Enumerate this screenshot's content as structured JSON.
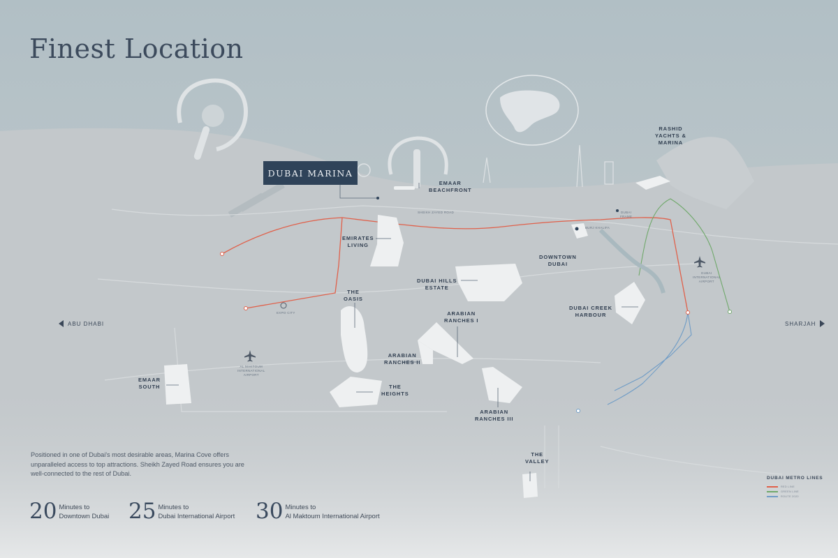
{
  "title": "Finest Location",
  "featured": "DUBAI MARINA",
  "areas": {
    "emaar_beachfront": "EMAAR\nBEACHFRONT",
    "emirates_living": "EMIRATES\nLIVING",
    "downtown": "DOWNTOWN\nDUBAI",
    "rashid": "RASHID\nYACHTS &\nMARINA",
    "dubai_hills": "DUBAI HILLS\nESTATE",
    "the_oasis": "THE\nOASIS",
    "arabian_ranches_1": "ARABIAN\nRANCHES I",
    "arabian_ranches_2": "ARABIAN\nRANCHES II",
    "arabian_ranches_3": "ARABIAN\nRANCHES III",
    "creek_harbour": "DUBAI CREEK\nHARBOUR",
    "emaar_south": "EMAAR\nSOUTH",
    "the_heights": "THE\nHEIGHTS",
    "the_valley": "THE\nVALLEY"
  },
  "small_labels": {
    "dxb_airport": "DUBAI\nINTERNATIONAL\nAIRPORT",
    "dwc_airport": "AL MAKTOUM\nINTERNATIONAL\nAIRPORT",
    "expo": "EXPO CITY",
    "burj_khalifa": "BURJ KHALIFA",
    "dubai_frame": "DUBAI\nFRAME",
    "sheikh_zayed_rd": "SHEIKH ZAYED ROAD"
  },
  "directions": {
    "west": "ABU DHABI",
    "east": "SHARJAH"
  },
  "description": "Positioned in one of Dubai's most desirable areas, Marina Cove offers unparalleled access to top attractions. Sheikh Zayed Road ensures you are well-connected to the rest of Dubai.",
  "stats": [
    {
      "number": "20",
      "line1": "Minutes to",
      "line2": "Downtown Dubai"
    },
    {
      "number": "25",
      "line1": "Minutes to",
      "line2": "Dubai International Airport"
    },
    {
      "number": "30",
      "line1": "Minutes to",
      "line2": "Al Maktoum International Airport"
    }
  ],
  "legend": {
    "title": "DUBAI METRO LINES",
    "lines": [
      {
        "name": "Red Line",
        "color": "#e0604a"
      },
      {
        "name": "Green Line",
        "color": "#6fa86a"
      },
      {
        "name": "Route 2020",
        "color": "#6f9cc6"
      }
    ]
  },
  "colors": {
    "land": "#c4c9cc",
    "sea": "#a9b9bf",
    "community": "#eef0f1",
    "accent": "#2f4359",
    "red_line": "#e0604a",
    "green_line": "#6fa86a",
    "blue_line": "#6f9cc6"
  }
}
